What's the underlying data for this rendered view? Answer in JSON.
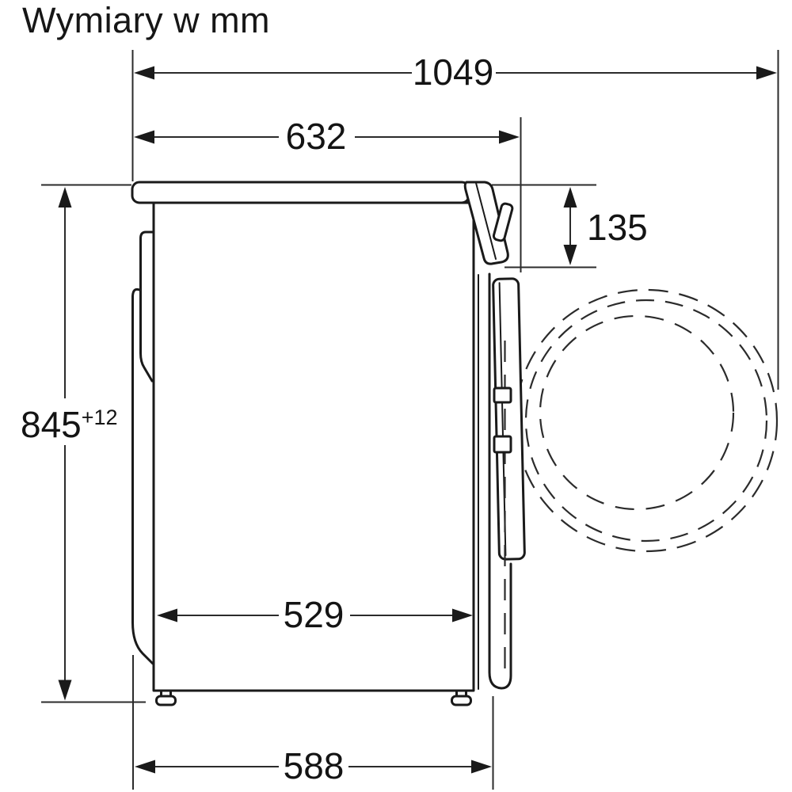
{
  "title": "Wymiary w mm",
  "dimensions": {
    "depth_door_open": "1049",
    "depth_top": "632",
    "front_panel_height": "135",
    "height": "845",
    "height_tolerance": "+12",
    "depth_between_feet": "529",
    "depth_cabinet": "588"
  },
  "colors": {
    "outline": "#1a1a1a",
    "dimension_line": "#2b2b2b",
    "background": "#ffffff"
  }
}
